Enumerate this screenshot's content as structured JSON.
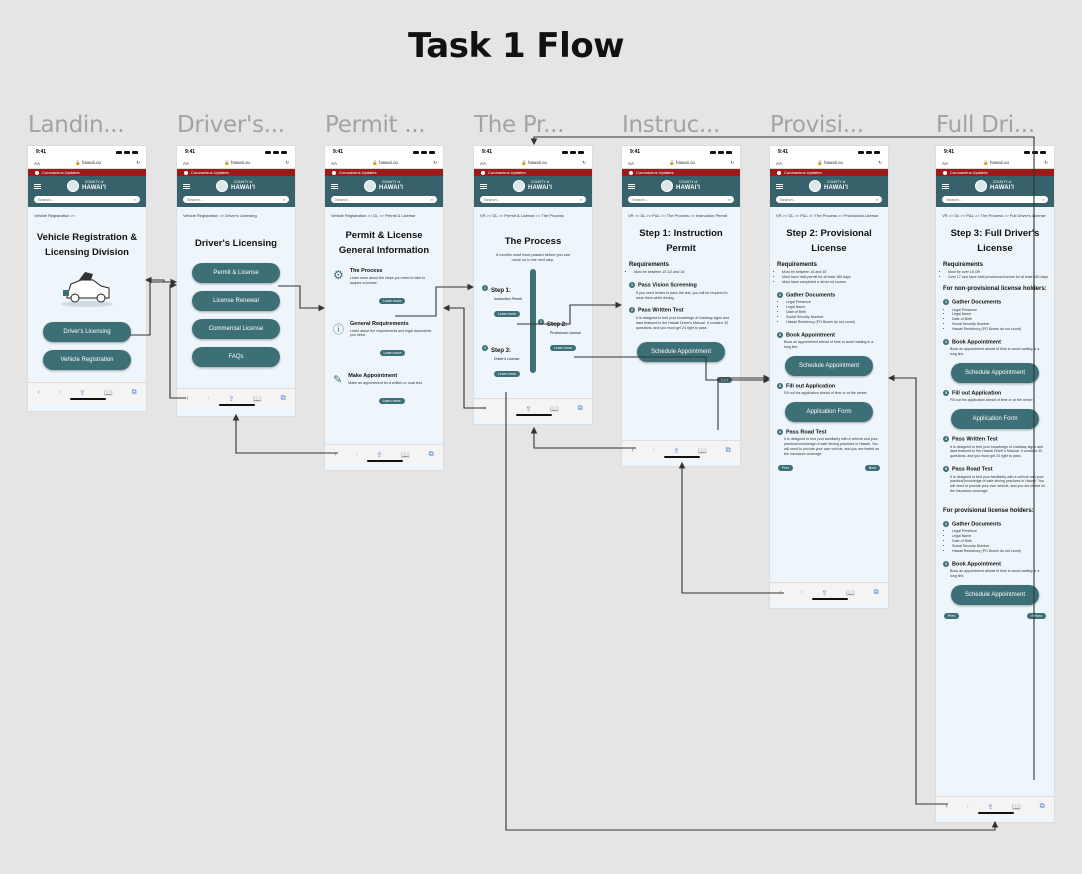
{
  "title": "Task 1 Flow",
  "frames": [
    "Landin...",
    "Driver's...",
    "Permit ...",
    "The Pr...",
    "Instruc...",
    "Provisi...",
    "Full Dri..."
  ],
  "status": {
    "time": "9:41",
    "aa": "AA",
    "url": "hawaii.ou",
    "covid": "Coronavirus Updates",
    "county": "COUNTY of",
    "hawaii": "HAWAI'I",
    "search": "Search...",
    "nav": [
      "‹",
      "›",
      "⇪",
      "📖",
      "⧉"
    ]
  },
  "landing": {
    "crumb": "Vehicle Registration >>",
    "title": "Vehicle Registration & Licensing Division",
    "buttons": [
      "Driver's Licensing",
      "Vehicle Registration"
    ]
  },
  "drivers": {
    "crumb": "Vehicle Registration >> Driver's Licensing",
    "title": "Driver's Licensing",
    "buttons": [
      "Permit & License",
      "License Renewal",
      "Commercial License",
      "FAQs"
    ]
  },
  "permit": {
    "crumb": "Vehicle Registration >> DL >> Permit & License",
    "title": "Permit & License General Information",
    "items": [
      {
        "title": "The Process",
        "text": "Learn more about the steps you need to take to acquire a license.",
        "btn": "Learn more"
      },
      {
        "title": "General Requirements",
        "text": "Learn about the requirements and legal documents you need.",
        "btn": "Learn more"
      },
      {
        "title": "Make Appointment",
        "text": "Make an appointment for a written or road test.",
        "btn": "Learn more"
      }
    ]
  },
  "process": {
    "crumb": "VR >> DL >> Permit & License >> The Process",
    "title": "The Process",
    "intro": "6 months must have passed before you can move on to the next step.",
    "steps": [
      {
        "n": "1",
        "title": "Step 1:",
        "sub": "Instruction Permit",
        "btn": "Learn more"
      },
      {
        "n": "2",
        "title": "Step 2:",
        "sub": "Provisional License",
        "btn": "Learn more"
      },
      {
        "n": "3",
        "title": "Step 3:",
        "sub": "Driver's License",
        "btn": "Learn more"
      }
    ]
  },
  "instruction": {
    "crumb": "VR >> DL >> P&L >> The Process >> Instruction Permit",
    "title": "Step 1: Instruction Permit",
    "req_title": "Requirements",
    "reqs": [
      "Must be between 15 1/2 and 18"
    ],
    "sections": [
      {
        "n": "1",
        "title": "Pass Vision Screening",
        "text": "If you need lenses to pass the test, you will be required to wear them while driving."
      },
      {
        "n": "2",
        "title": "Pass Written Test",
        "text": "It is designed to test your knowledge of roadway signs and laws featured in the Hawaii Driver's Manual. It contains 30 questions, and you must get 24 right to pass."
      }
    ],
    "cta": "Schedule Appointment",
    "next": "Next"
  },
  "provisional": {
    "crumb": "VR >> DL >> P&L >> The Process >> Provisional License",
    "title": "Step 2: Provisional License",
    "req_title": "Requirements",
    "reqs": [
      "Must be between 16 and 18",
      "Must have held permit for at least 180 days",
      "Must have completed a driver ed course"
    ],
    "sections": [
      {
        "n": "1",
        "title": "Gather Documents",
        "list": [
          "Legal Presence",
          "Legal Name",
          "Date of Birth",
          "Social Security Number",
          "Hawaii Residency (PO Boxes do not count)"
        ]
      },
      {
        "n": "2",
        "title": "Book Appointment",
        "text": "Book an appointment ahead of time to avoid waiting in a long line.",
        "btn": "Schedule Appointment"
      },
      {
        "n": "3",
        "title": "Fill out Application",
        "text": "Fill out the application ahead of time or at the center.",
        "btn": "Application Form"
      },
      {
        "n": "4",
        "title": "Pass Road Test",
        "text": "It is designed to test your familiarity with a vehicle and your practical knowledge of safe driving practices in Hawaii. You will need to provide your own vehicle, and you are tested on the insurance coverage."
      }
    ],
    "prev": "Prev",
    "next": "Next"
  },
  "full": {
    "crumb": "VR >> DL >> P&L >> The Process >> Full Driver's License",
    "title": "Step 3: Full Driver's License",
    "req_title": "Requirements",
    "reqs": [
      "Must be over 18 OR",
      "Over 17 and have held provisional license for at least 180 days"
    ],
    "nonprov": "For non-provisional license holders:",
    "prov": "For provisional license holders:",
    "sections": [
      {
        "n": "1",
        "title": "Gather Documents",
        "list": [
          "Legal Presence",
          "Legal Name",
          "Date of Birth",
          "Social Security Number",
          "Hawaii Residency (PO Boxes do not count)"
        ]
      },
      {
        "n": "2",
        "title": "Book Appointment",
        "text": "Book an appointment ahead of time to avoid waiting in a long line.",
        "btn": "Schedule Appointment"
      },
      {
        "n": "3",
        "title": "Fill out Application",
        "text": "Fill out the application ahead of time or at the center.",
        "btn": "Application Form"
      },
      {
        "n": "4",
        "title": "Pass Written Test",
        "text": "It is designed to test your knowledge of roadway signs and laws featured in the Hawaii Driver's Manual. It contains 30 questions, and you must get 24 right to pass."
      },
      {
        "n": "5",
        "title": "Pass Road Test",
        "text": "It is designed to test your familiarity with a vehicle and your practical knowledge of safe driving practices in Hawaii. You will need to provide your own vehicle, and you are tested on the insurance coverage."
      }
    ],
    "psections": [
      {
        "n": "1",
        "title": "Gather Documents",
        "list": [
          "Legal Presence",
          "Legal Name",
          "Date of Birth",
          "Social Security Number",
          "Hawaii Residency (PO Boxes do not count)"
        ]
      },
      {
        "n": "2",
        "title": "Book Appointment",
        "text": "Book an appointment ahead of time to avoid waiting in a long line.",
        "btn": "Schedule Appointment"
      }
    ],
    "prev": "Prev",
    "return": "Return"
  }
}
